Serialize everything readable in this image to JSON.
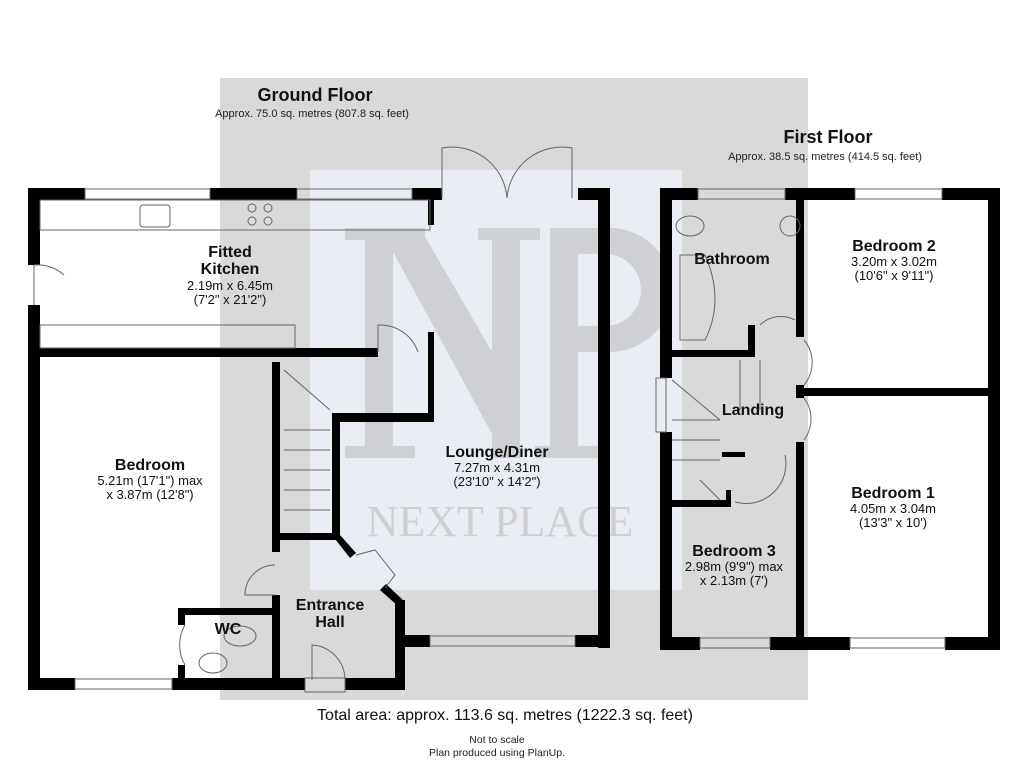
{
  "watermark": {
    "logo_letters": "NP",
    "brand": "NEXT PLACE"
  },
  "ground_floor": {
    "title": "Ground Floor",
    "area": "Approx. 75.0 sq. metres (807.8 sq. feet)",
    "rooms": [
      {
        "name": "Fitted Kitchen",
        "name_line1": "Fitted",
        "name_line2": "Kitchen",
        "dim1": "2.19m x 6.45m",
        "dim2": "(7'2\" x 21'2\")"
      },
      {
        "name": "Bedroom",
        "dim1": "5.21m (17'1\") max",
        "dim2": "x 3.87m (12'8\")"
      },
      {
        "name": "Lounge/Diner",
        "dim1": "7.27m x 4.31m",
        "dim2": "(23'10\" x 14'2\")"
      },
      {
        "name": "WC"
      },
      {
        "name": "Entrance Hall",
        "name_line1": "Entrance",
        "name_line2": "Hall"
      }
    ]
  },
  "first_floor": {
    "title": "First Floor",
    "area": "Approx. 38.5 sq. metres (414.5 sq. feet)",
    "rooms": [
      {
        "name": "Bathroom"
      },
      {
        "name": "Bedroom 2",
        "dim1": "3.20m x 3.02m",
        "dim2": "(10'6\" x 9'11\")"
      },
      {
        "name": "Landing"
      },
      {
        "name": "Bedroom 1",
        "dim1": "4.05m x 3.04m",
        "dim2": "(13'3\" x 10')"
      },
      {
        "name": "Bedroom 3",
        "dim1": "2.98m (9'9\") max",
        "dim2": "x 2.13m (7')"
      }
    ]
  },
  "footer": {
    "total": "Total area: approx. 113.6 sq. metres (1222.3 sq. feet)",
    "note1": "Not to scale",
    "note2": "Plan produced using PlanUp."
  },
  "colors": {
    "wall": "#000000",
    "watermark_gray": "#d9d9d9",
    "watermark_inner": "#e9edf3",
    "watermark_letters": "#c9c9cc"
  }
}
